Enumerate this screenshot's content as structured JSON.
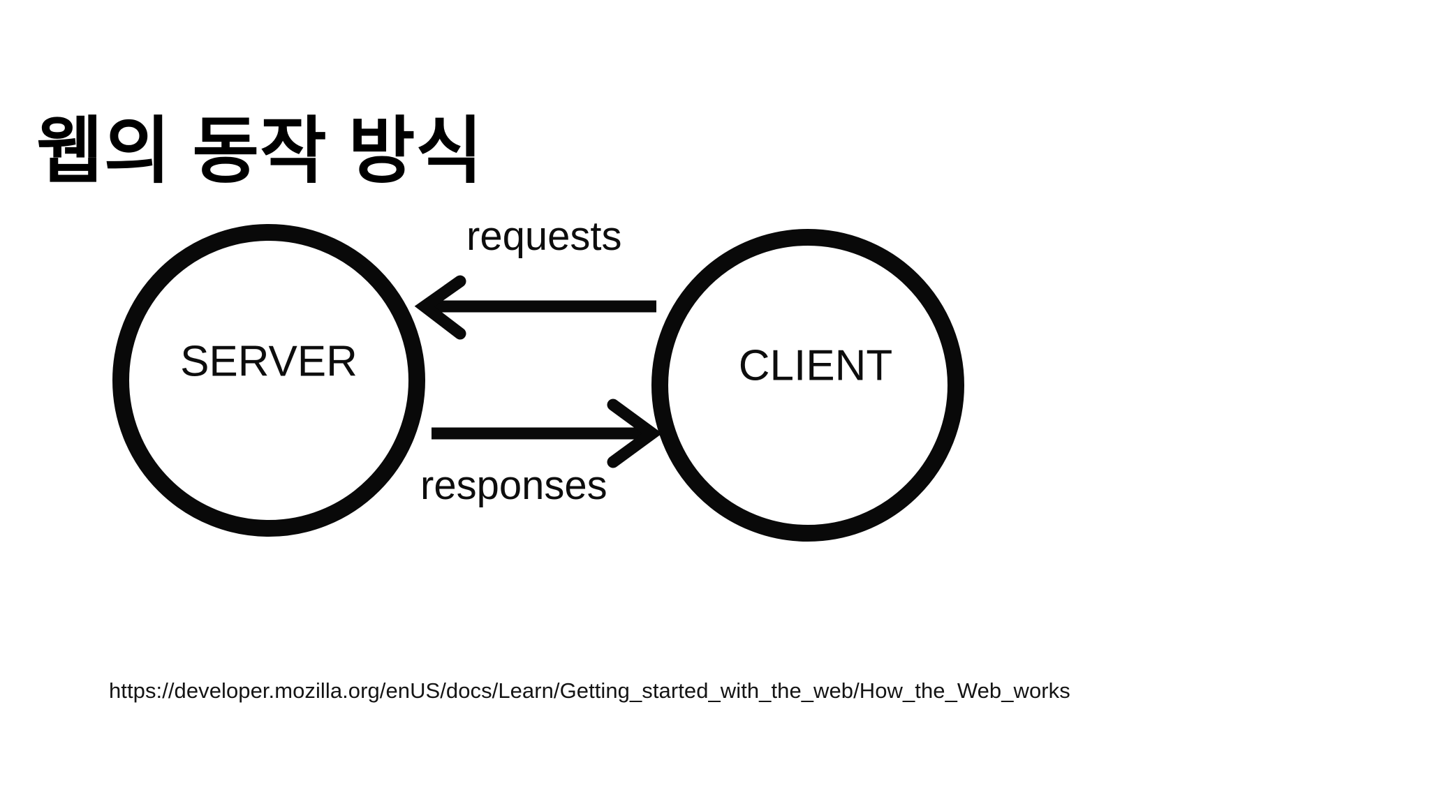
{
  "slide": {
    "title": "웹의 동작 방식",
    "background_color": "#ffffff",
    "text_color": "#000000"
  },
  "diagram": {
    "type": "client-server-request-response",
    "nodes": [
      {
        "id": "server",
        "label": "SERVER"
      },
      {
        "id": "client",
        "label": "CLIENT"
      }
    ],
    "edges": [
      {
        "id": "requests",
        "label": "requests",
        "from": "client",
        "to": "server",
        "direction": "left"
      },
      {
        "id": "responses",
        "label": "responses",
        "from": "server",
        "to": "client",
        "direction": "right"
      }
    ],
    "stroke_color": "#090909"
  },
  "source": {
    "url": "https://developer.mozilla.org/enUS/docs/Learn/Getting_started_with_the_web/How_the_Web_works"
  }
}
